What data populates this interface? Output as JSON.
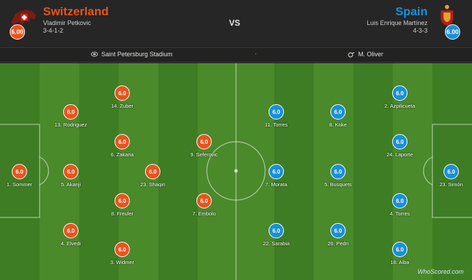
{
  "home": {
    "name": "Switzerland",
    "manager": "Vladimir Petkovic",
    "formation": "3-4-1-2",
    "rating": "6.00",
    "color": "#e8541e"
  },
  "away": {
    "name": "Spain",
    "manager": "Luis Enrique Martínez",
    "formation": "4-3-3",
    "rating": "6.00",
    "color": "#1a8fd8"
  },
  "vs_label": "VS",
  "info": {
    "stadium": "Saint Petersburg Stadium",
    "separator": "·",
    "referee": "M. Oliver"
  },
  "home_players": [
    {
      "label": "1. Sommer",
      "rating": "6.0"
    },
    {
      "label": "5. Akanji",
      "rating": "6.0"
    },
    {
      "label": "13. Rodriguez",
      "rating": "6.0"
    },
    {
      "label": "4. Elvedi",
      "rating": "6.0"
    },
    {
      "label": "14. Zuber",
      "rating": "6.0"
    },
    {
      "label": "6. Zakaria",
      "rating": "6.0"
    },
    {
      "label": "8. Freuler",
      "rating": "6.0"
    },
    {
      "label": "3. Widmer",
      "rating": "6.0"
    },
    {
      "label": "23. Shaqiri",
      "rating": "6.0"
    },
    {
      "label": "9. Seferovic",
      "rating": "6.0"
    },
    {
      "label": "7. Embolo",
      "rating": "6.0"
    }
  ],
  "away_players": [
    {
      "label": "11. Torres",
      "rating": "6.0"
    },
    {
      "label": "7. Morata",
      "rating": "6.0"
    },
    {
      "label": "22. Sarabia",
      "rating": "6.0"
    },
    {
      "label": "8. Koke",
      "rating": "6.0"
    },
    {
      "label": "5. Busquets",
      "rating": "6.0"
    },
    {
      "label": "26. Pedri",
      "rating": "6.0"
    },
    {
      "label": "2. Azpilicueta",
      "rating": "6.0"
    },
    {
      "label": "24. Laporte",
      "rating": "6.0"
    },
    {
      "label": "4. Torres",
      "rating": "6.0"
    },
    {
      "label": "18. Alba",
      "rating": "6.0"
    },
    {
      "label": "23. Simón",
      "rating": "6.0"
    }
  ],
  "watermark": "WhoScored.com",
  "icons": {
    "stadium": "stadium-icon",
    "referee": "whistle-icon",
    "home_crest": "switzerland-crest-icon",
    "away_crest": "spain-crest-icon"
  }
}
